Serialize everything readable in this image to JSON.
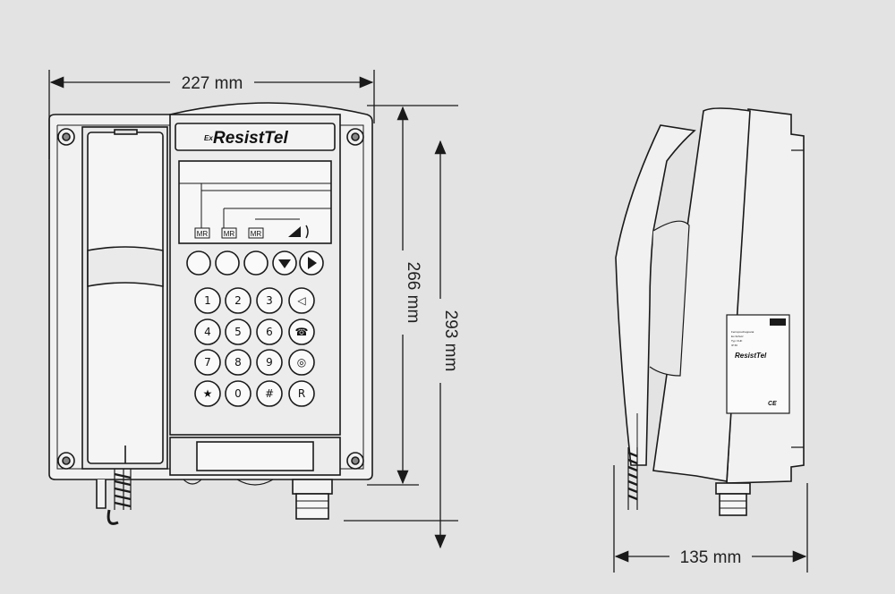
{
  "dimensions": {
    "width": "227 mm",
    "height_inner": "266 mm",
    "height_total": "293 mm",
    "depth": "135 mm"
  },
  "front": {
    "logo": "ResistTel",
    "logo_prefix": "Ex",
    "display_labels": [
      "MR",
      "MR",
      "MR"
    ],
    "keys": [
      "1",
      "2",
      "3",
      "◁",
      "4",
      "5",
      "6",
      "☎",
      "7",
      "8",
      "9",
      "◎",
      "★",
      "0",
      "#",
      "R"
    ]
  },
  "side": {
    "plate_logo": "ResistTel",
    "plate_ce": "CE",
    "plate_small_text": [
      "Fernsprechapparat",
      "Ex-Schutz",
      "Typ: FHF",
      "IP 66"
    ]
  },
  "colors": {
    "background": "#e3e3e3",
    "line": "#1a1a1a",
    "housing": "#f1f1f1"
  }
}
